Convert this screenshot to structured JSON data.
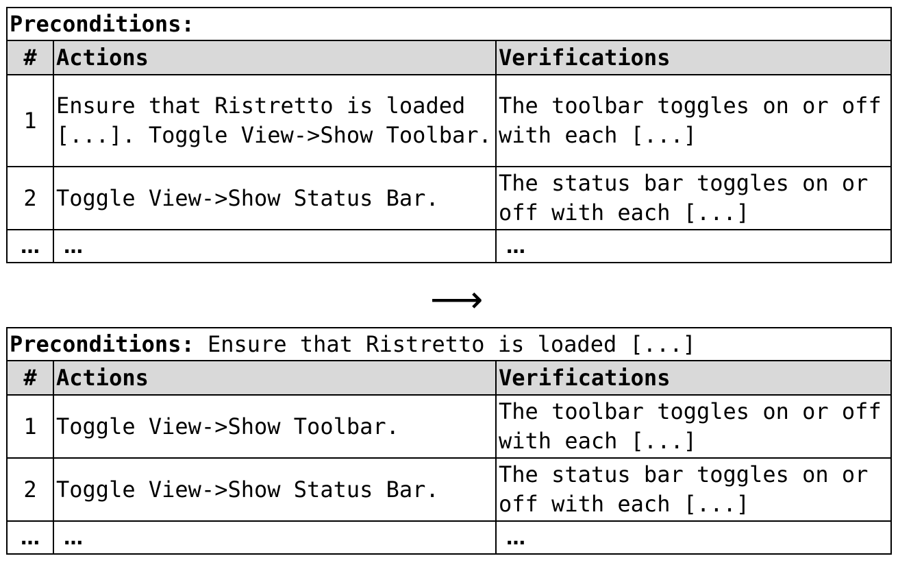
{
  "before": {
    "preconditions_label": "Preconditions:",
    "preconditions_text": "",
    "headers": {
      "num": "#",
      "actions": "Actions",
      "verifications": "Verifications"
    },
    "rows": [
      {
        "num": "1",
        "action": "Ensure that Ristretto is loaded [...]. Toggle View->Show Toolbar.",
        "verification": "The toolbar toggles on or off with each [...]"
      },
      {
        "num": "2",
        "action": "Toggle View->Show Status Bar.",
        "verification": "The status bar toggles on or off with each [...]"
      },
      {
        "num": "…",
        "action": "…",
        "verification": "…"
      }
    ]
  },
  "arrow": "⟶",
  "after": {
    "preconditions_label": "Preconditions:",
    "preconditions_text": " Ensure that Ristretto is loaded [...]",
    "headers": {
      "num": "#",
      "actions": "Actions",
      "verifications": "Verifications"
    },
    "rows": [
      {
        "num": "1",
        "action": "Toggle View->Show Toolbar.",
        "verification": "The toolbar toggles on or off with each [...]"
      },
      {
        "num": "2",
        "action": "Toggle View->Show Status Bar.",
        "verification": "The status bar toggles on or off with each [...]"
      },
      {
        "num": "…",
        "action": "…",
        "verification": "…"
      }
    ]
  }
}
